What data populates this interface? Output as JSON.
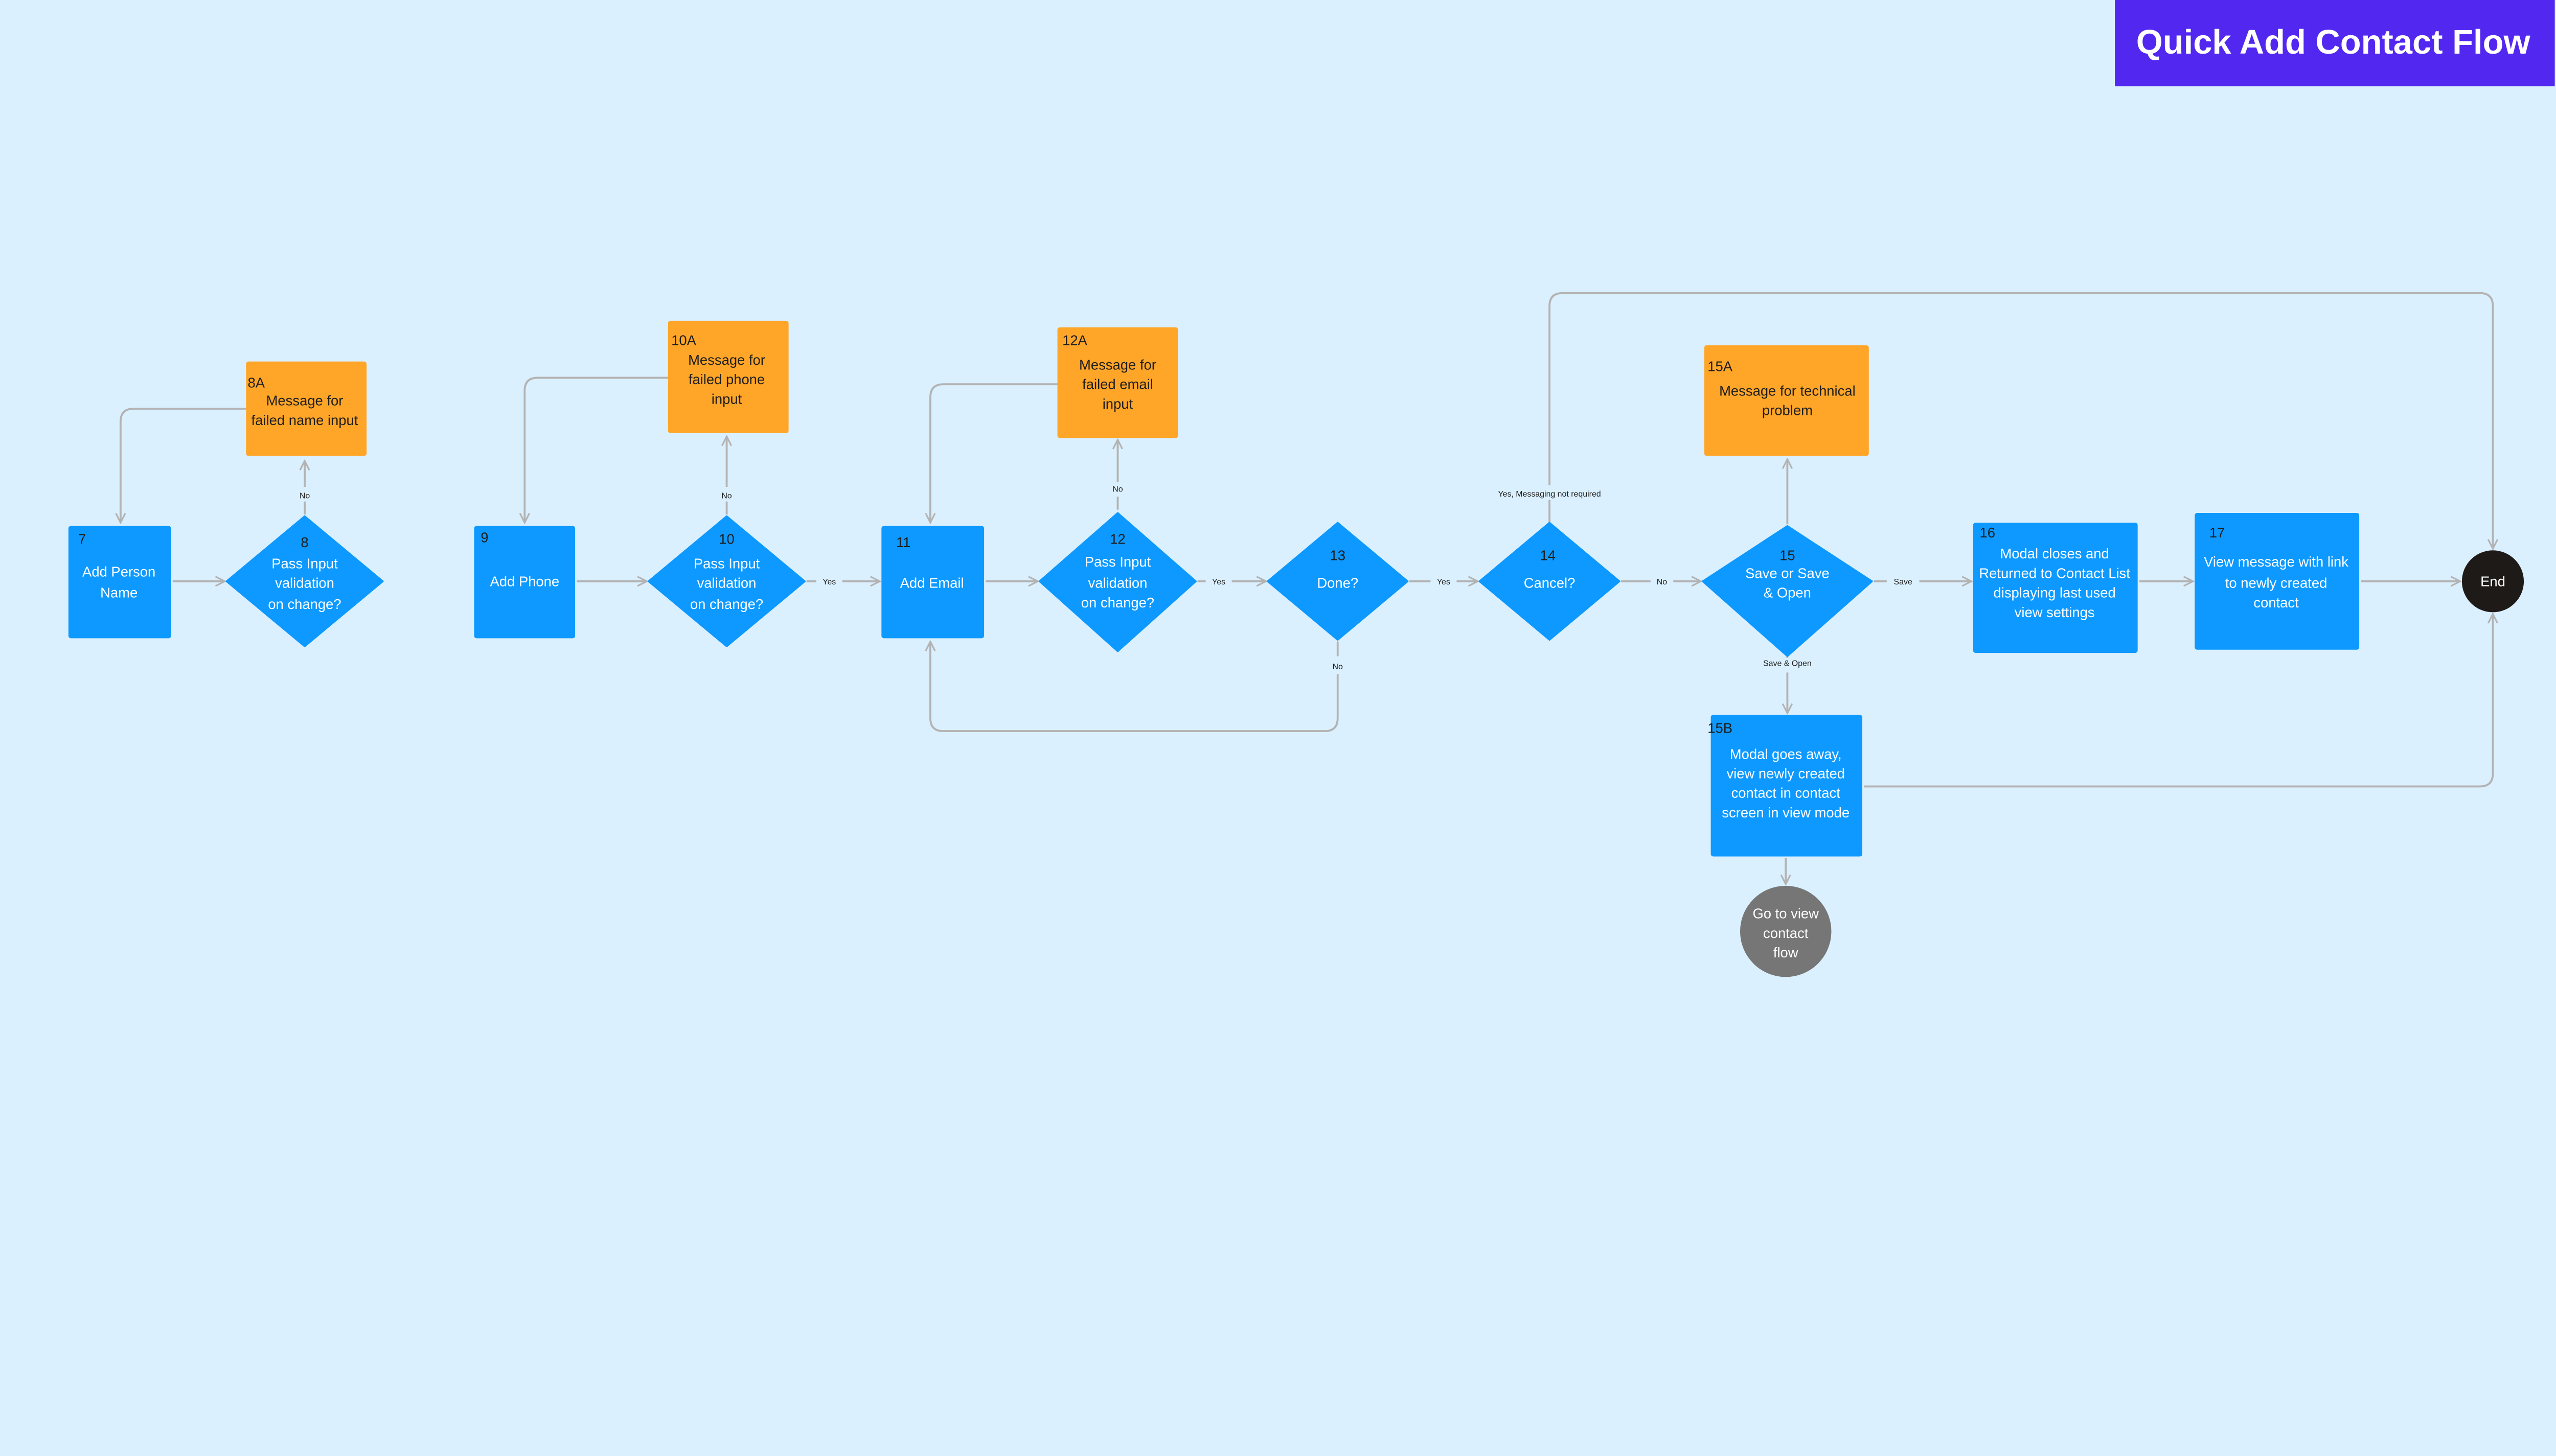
{
  "title": "Quick Add Contact Flow",
  "colors": {
    "background": "#dbf0fe",
    "process": "#0d99ff",
    "message": "#ffa629",
    "connector": "#b3b3b3",
    "title_banner": "#5227f0",
    "end": "#1e1a18",
    "external": "#767676"
  },
  "nodes": {
    "n7": {
      "id": "7",
      "lines": [
        "Add Person",
        "Name"
      ]
    },
    "n8": {
      "id": "8",
      "lines": [
        "Pass Input",
        "validation",
        "on change?"
      ]
    },
    "n8a": {
      "id": "8A",
      "lines": [
        "Message for",
        "failed name input"
      ]
    },
    "n9": {
      "id": "9",
      "lines": [
        "Add Phone"
      ]
    },
    "n10": {
      "id": "10",
      "lines": [
        "Pass Input",
        "validation",
        "on change?"
      ]
    },
    "n10a": {
      "id": "10A",
      "lines": [
        "Message for",
        "failed phone",
        "input"
      ]
    },
    "n11": {
      "id": "11",
      "lines": [
        "Add Email"
      ]
    },
    "n12": {
      "id": "12",
      "lines": [
        "Pass Input",
        "validation",
        "on change?"
      ]
    },
    "n12a": {
      "id": "12A",
      "lines": [
        "Message for",
        "failed email",
        "input"
      ]
    },
    "n13": {
      "id": "13",
      "lines": [
        "Done?"
      ]
    },
    "n14": {
      "id": "14",
      "lines": [
        "Cancel?"
      ]
    },
    "n15": {
      "id": "15",
      "lines": [
        "Save or Save",
        "& Open"
      ]
    },
    "n15a": {
      "id": "15A",
      "lines": [
        "Message for technical",
        "problem"
      ]
    },
    "n15b": {
      "id": "15B",
      "lines": [
        "Modal goes away,",
        "view newly created",
        "contact in contact",
        "screen in view mode"
      ]
    },
    "n16": {
      "id": "16",
      "lines": [
        "Modal closes and",
        "Returned to Contact List",
        "displaying last used",
        "view settings"
      ]
    },
    "n17": {
      "id": "17",
      "lines": [
        "View message with link",
        "to newly created",
        "contact"
      ]
    },
    "goto": {
      "lines": [
        "Go to view",
        "contact",
        "flow"
      ]
    },
    "end": {
      "label": "End"
    }
  },
  "edge_labels": {
    "e8_no": "No",
    "e10_no": "No",
    "e10_yes": "Yes",
    "e12_no": "No",
    "e12_yes": "Yes",
    "e13_yes": "Yes",
    "e13_no": "No",
    "e14_yes": "Yes, Messaging not required",
    "e14_no": "No",
    "e15_save": "Save",
    "e15_saveopen": "Save & Open"
  }
}
